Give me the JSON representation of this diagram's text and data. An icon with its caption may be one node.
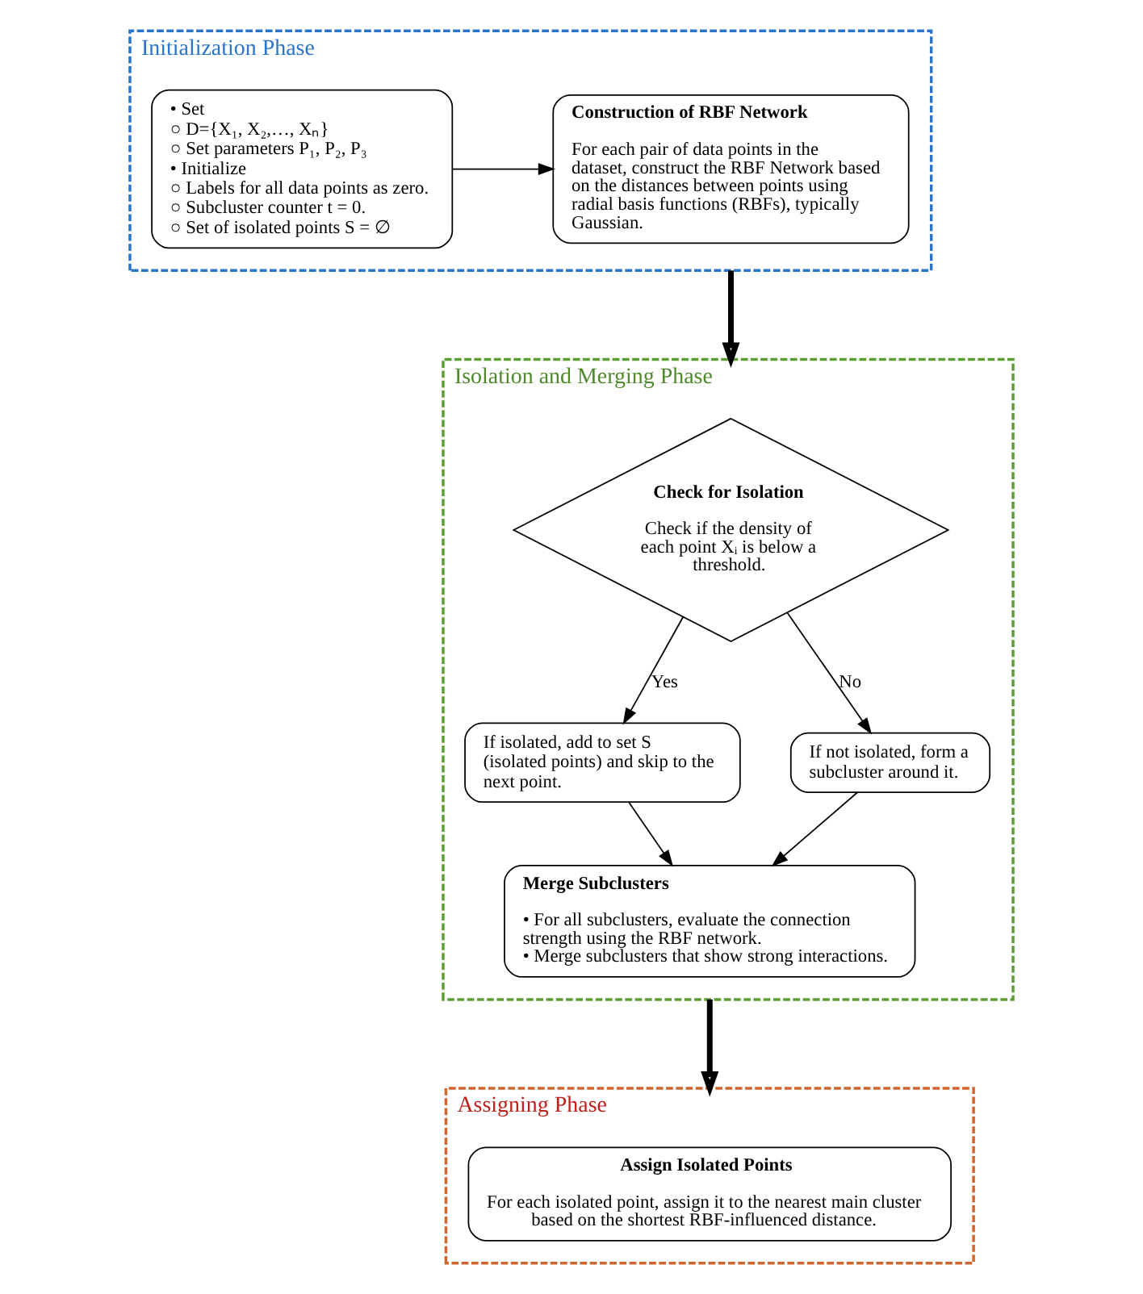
{
  "diagram": {
    "nodes": [
      {
        "text": [
          "Initialization Phase"
        ]
      },
      {
        "text": [
          "• Set",
          "○ D={X₁, X₂,…, Xₙ}",
          "○ Set parameters P₁, P₂, P₃",
          "• Initialize",
          "○ Labels for all data points as zero.",
          "○ Subcluster counter t = 0.",
          "○ Set of isolated points S = ∅"
        ],
        "in": 0
      },
      {
        "text": [
          "Construction of RBF Network",
          "For each pair of data points in the dataset, construct the RBF Network based on the distances between points using radial basis functions (RBFs), typically Gaussian."
        ],
        "in": 0
      },
      {
        "text": [
          "Isolation and Merging Phase"
        ]
      },
      {
        "text": [
          "Check for Isolation",
          "Check if the density of each point Xᵢ is below a threshold."
        ],
        "in": 3
      },
      {
        "text": [
          "If isolated, add to set S (isolated points) and skip to the next point."
        ],
        "in": 3
      },
      {
        "text": [
          "If not isolated, form a subcluster around it."
        ],
        "in": 3
      },
      {
        "text": [
          "Merge Subclusters",
          "• For all subclusters, evaluate the connection strength using the RBF network.",
          "• Merge subclusters that show strong interactions."
        ],
        "in": 3
      },
      {
        "text": [
          "Assigning Phase"
        ]
      },
      {
        "text": [
          "Assign Isolated Points",
          "For each isolated point, assign it to the nearest main cluster based on the shortest RBF-influenced distance."
        ],
        "in": 8
      }
    ],
    "edges": [
      {
        "from": 1,
        "to": 2,
        "arrow": "to"
      },
      {
        "from": 0,
        "to": 3,
        "arrow": "to",
        "style": "thick"
      },
      {
        "from": 4,
        "to": 5,
        "arrow": "to",
        "label": "Yes"
      },
      {
        "from": 4,
        "to": 6,
        "arrow": "to",
        "label": "No"
      },
      {
        "from": 5,
        "to": 7,
        "arrow": "to"
      },
      {
        "from": 6,
        "to": 7,
        "arrow": "to"
      },
      {
        "from": 3,
        "to": 8,
        "arrow": "to",
        "style": "thick"
      }
    ]
  }
}
